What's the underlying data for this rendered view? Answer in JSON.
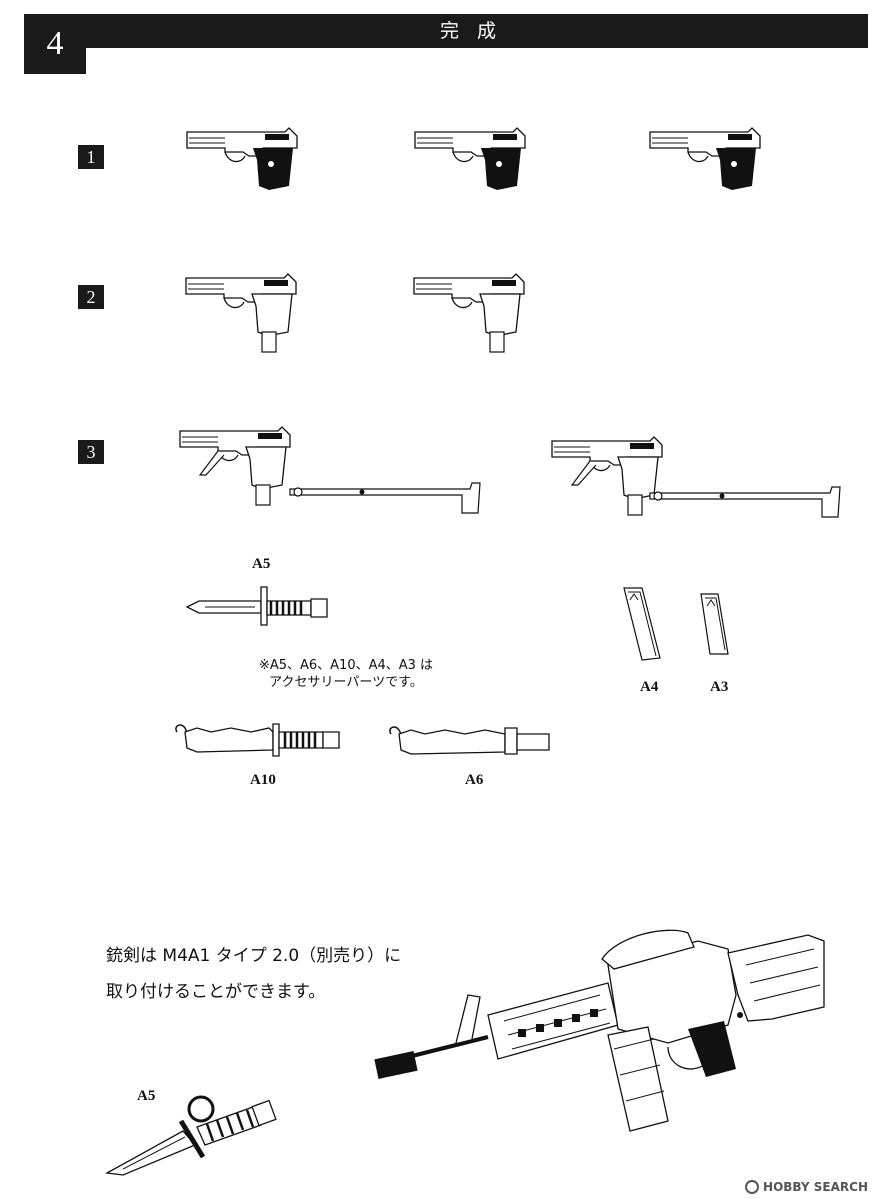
{
  "header": {
    "step_number": "4",
    "title": "完成"
  },
  "rows": [
    {
      "badge": "1"
    },
    {
      "badge": "2"
    },
    {
      "badge": "3"
    }
  ],
  "parts": {
    "a5_top": "A5",
    "a4": "A4",
    "a3": "A3",
    "a10": "A10",
    "a6": "A6",
    "a5_bottom": "A5"
  },
  "note": {
    "line1": "※A5、A6、A10、A4、A3 は",
    "line2": "アクセサリーパーツです。"
  },
  "bottom_text": {
    "line1": "銃剣は M4A1 タイプ 2.0（別売り）に",
    "line2": "取り付けることができます。"
  },
  "watermark": {
    "text": "HOBBY SEARCH"
  }
}
